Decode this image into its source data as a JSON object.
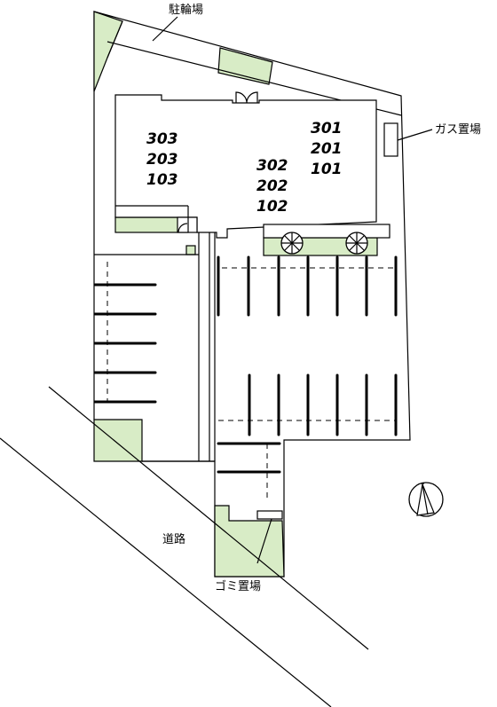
{
  "labels": {
    "bicycle_parking": "駐輪場",
    "gas_storage": "ガス置場",
    "garbage_storage": "ゴミ置場",
    "road": "道路"
  },
  "building_west": {
    "units": [
      "303",
      "203",
      "103"
    ]
  },
  "building_center": {
    "units": [
      "302",
      "202",
      "102"
    ]
  },
  "building_east": {
    "units": [
      "301",
      "201",
      "101"
    ]
  },
  "colors": {
    "greenery": "#d8ecc6",
    "line": "#000000"
  },
  "icons": {
    "north": "north-arrow-icon",
    "tree": "tree-icon"
  }
}
